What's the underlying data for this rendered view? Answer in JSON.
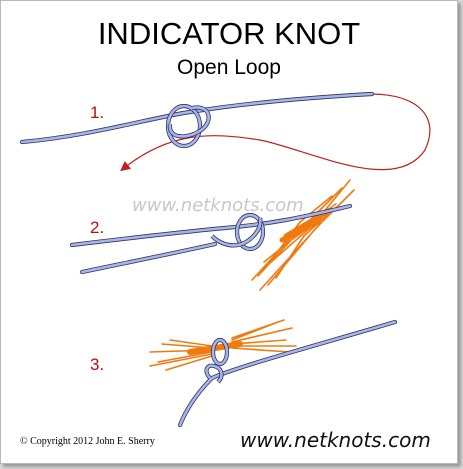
{
  "title": "INDICATOR KNOT",
  "subtitle": "Open Loop",
  "steps": [
    {
      "label": "1."
    },
    {
      "label": "2."
    },
    {
      "label": "3."
    }
  ],
  "watermark": "www.netknots.com",
  "footer": {
    "copyright": "©  Copyright  2012  John E. Sherry",
    "website": "www.netknots.com"
  },
  "colors": {
    "line": "#aab4e8",
    "line_outline": "#2b3560",
    "arrow": "#c0201a",
    "yarn": "#f07a10",
    "step_number": "#b01010"
  }
}
